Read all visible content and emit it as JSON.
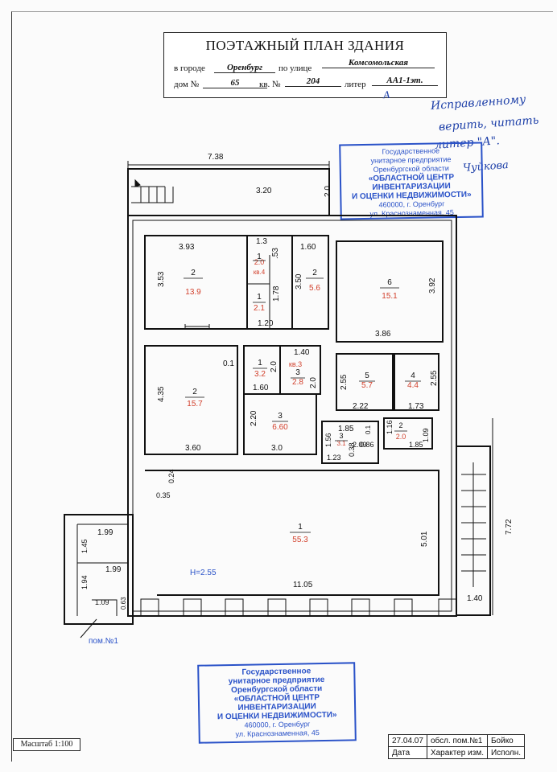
{
  "title_block": {
    "title": "ПОЭТАЖНЫЙ ПЛАН ЗДАНИЯ",
    "city_label": "в городе",
    "city": "Оренбург",
    "street_label": "по улице",
    "street": "Комсомольская",
    "house_label": "дом №",
    "house": "65",
    "apt_label": "кв. №",
    "apt": "204",
    "liter_label": "литер",
    "liter": "АА1-1эт.",
    "liter_extra": "А"
  },
  "handwritten_note": [
    "Исправленному",
    "верить, читать",
    "литер \"А\".",
    "Чуйкова"
  ],
  "stamp_top": [
    "Государственное",
    "унитарное предприятие",
    "Оренбургской области",
    "«ОБЛАСТНОЙ ЦЕНТР",
    "ИНВЕНТАРИЗАЦИИ",
    "И ОЦЕНКИ НЕДВИЖИМОСТИ»",
    "460000, г. Оренбург",
    "ул. Краснознаменная, 45"
  ],
  "stamp_bottom": [
    "Государственное",
    "унитарное предприятие",
    "Оренбургской области",
    "«ОБЛАСТНОЙ ЦЕНТР",
    "ИНВЕНТАРИЗАЦИИ",
    "И ОЦЕНКИ НЕДВИЖИМОСТИ»",
    "460000, г. Оренбург",
    "ул. Краснознаменная, 45"
  ],
  "rooms": [
    {
      "num": "2",
      "area": "13.9"
    },
    {
      "num": "1",
      "area": "2.0"
    },
    {
      "num": "кв.4",
      "area": ""
    },
    {
      "num": "1",
      "area": "2.1"
    },
    {
      "num": "2",
      "area": "5.6"
    },
    {
      "num": "6",
      "area": "15.1"
    },
    {
      "num": "1",
      "area": "3.2"
    },
    {
      "num": "кв.3",
      "area": ""
    },
    {
      "num": "3",
      "area": "2.8"
    },
    {
      "num": "5",
      "area": "5.7"
    },
    {
      "num": "4",
      "area": "4.4"
    },
    {
      "num": "2",
      "area": "15.7"
    },
    {
      "num": "3",
      "area": "6.60"
    },
    {
      "num": "3",
      "area": "3.1"
    },
    {
      "num": "2",
      "area": "2.0"
    },
    {
      "num": "1",
      "area": "55.3"
    }
  ],
  "dimensions": [
    "7.38",
    "3.20",
    "2.0",
    "3.93",
    "1.3",
    "1.60",
    ".53",
    "3.53",
    "1.78",
    "3.50",
    "3.92",
    "1.20",
    "3.86",
    "1.40",
    "0.1",
    "2.0",
    "2.0",
    "4.35",
    "1.60",
    "2.55",
    "2.22",
    "1.73",
    "2.55",
    "2.20",
    "1.85",
    "0.1",
    "1.16",
    "2.09",
    "1.56",
    "0.38",
    "0.86",
    "1.85",
    "1.09",
    "1.23",
    "3.60",
    "3.0",
    "0.24",
    "0.35",
    "5.01",
    "7.72",
    "1.99",
    "1.45",
    "1.99",
    "1.94",
    "1.09",
    "0.63",
    "11.05",
    "1.40"
  ],
  "height_label": "H=2.55",
  "pom_label": "пом.№1",
  "scale": "Масштаб 1:100",
  "footer_table": {
    "row1": [
      "27.04.07",
      "обсл. пом.№1",
      "Бойко"
    ],
    "row2": [
      "Дата",
      "Характер изм.",
      "Исполн."
    ]
  },
  "colors": {
    "ink": "#111111",
    "area_red": "#d2412d",
    "stamp_blue": "#2a52c8",
    "pen_blue": "#1d3fa8"
  }
}
